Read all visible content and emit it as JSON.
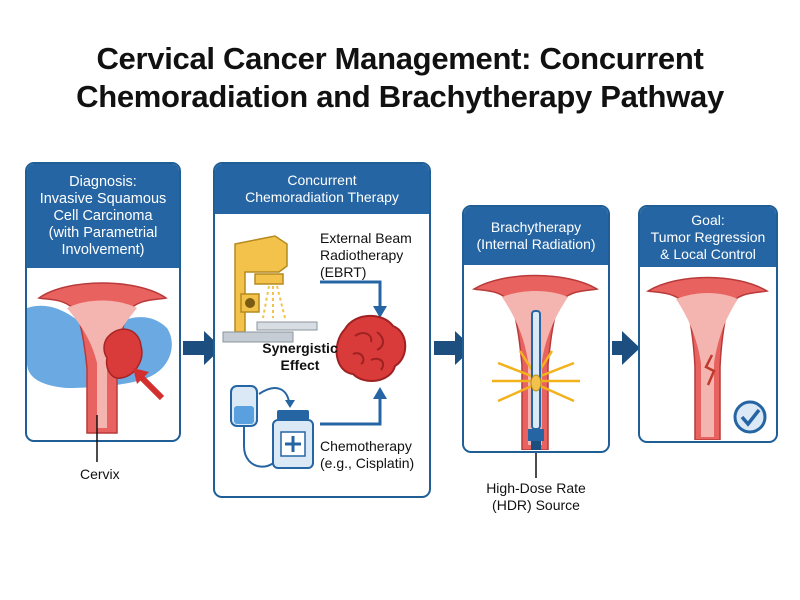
{
  "title": {
    "line1": "Cervical Cancer Management: Concurrent",
    "line2": "Chemoradiation and Brachytherapy Pathway"
  },
  "diagnosis": {
    "header_lines": [
      "Diagnosis:",
      "Invasive Squamous",
      "Cell Carcinoma",
      "(with Parametrial",
      "Involvement)"
    ],
    "cervix_label": "Cervix"
  },
  "chemoradiation": {
    "header_lines": [
      "Concurrent",
      "Chemoradiation Therapy"
    ],
    "ebrt_lines": [
      "External Beam",
      "Radiotherapy",
      "(EBRT)"
    ],
    "synergy_lines": [
      "Synergistic",
      "Effect"
    ],
    "chemo_lines": [
      "Chemotherapy",
      "(e.g., Cisplatin)"
    ]
  },
  "brachytherapy": {
    "header_lines": [
      "Brachytherapy",
      "(Internal Radiation)"
    ],
    "source_lines": [
      "High-Dose Rate",
      "(HDR) Source"
    ]
  },
  "goal": {
    "header_lines": [
      "Goal:",
      "Tumor Regression",
      "& Local Control"
    ]
  },
  "colors": {
    "primary_blue": "#2565a3",
    "border_blue": "#1f5f96",
    "tissue_red": "#e8635f",
    "tissue_pink": "#f4b4b0",
    "tumor_red": "#d93a3a",
    "parametrium_blue": "#5aa0de",
    "machine_yellow": "#f2c24b",
    "arrow_navy": "#1d4e80"
  },
  "icons": [
    "linac-machine-icon",
    "iv-bag-icon",
    "pill-bottle-icon",
    "tumor-cell-icon",
    "hdr-applicator-icon",
    "checkmark-icon"
  ]
}
